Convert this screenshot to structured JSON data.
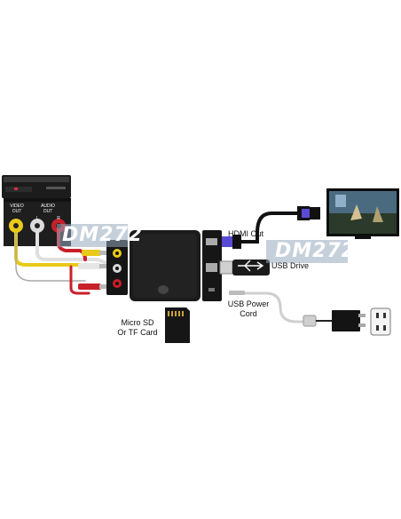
{
  "colors": {
    "device_body": "#1a1a1a",
    "rca_yellow": "#e9c919",
    "rca_white": "#d9d9d9",
    "rca_red": "#c8202a",
    "hdmi_accent": "#5a4bd6",
    "watermark_box": "#9aaabc"
  },
  "labels": {
    "hdmi_out": "HDMI Out",
    "usb_drive": "USB Drive",
    "usb_power_cord_line1": "USB Power",
    "usb_power_cord_line2": "Cord",
    "micro_sd_line1": "Micro SD",
    "micro_sd_line2": "Or TF Card"
  },
  "player_jacks": {
    "video_out_line1": "VIDEO",
    "video_out_line2": "OUT",
    "audio_out_line1": "AUDIO",
    "audio_out_line2": "OUT",
    "audio_l": "L",
    "audio_r": "R"
  },
  "watermark": {
    "left": "DM272",
    "right": "DM272"
  },
  "icons": [
    "dvd-player-icon",
    "tv-icon",
    "sd-card-icon",
    "usb-drive-icon",
    "power-adapter-icon",
    "wall-outlet-icon",
    "hdmi-plug-icon"
  ]
}
